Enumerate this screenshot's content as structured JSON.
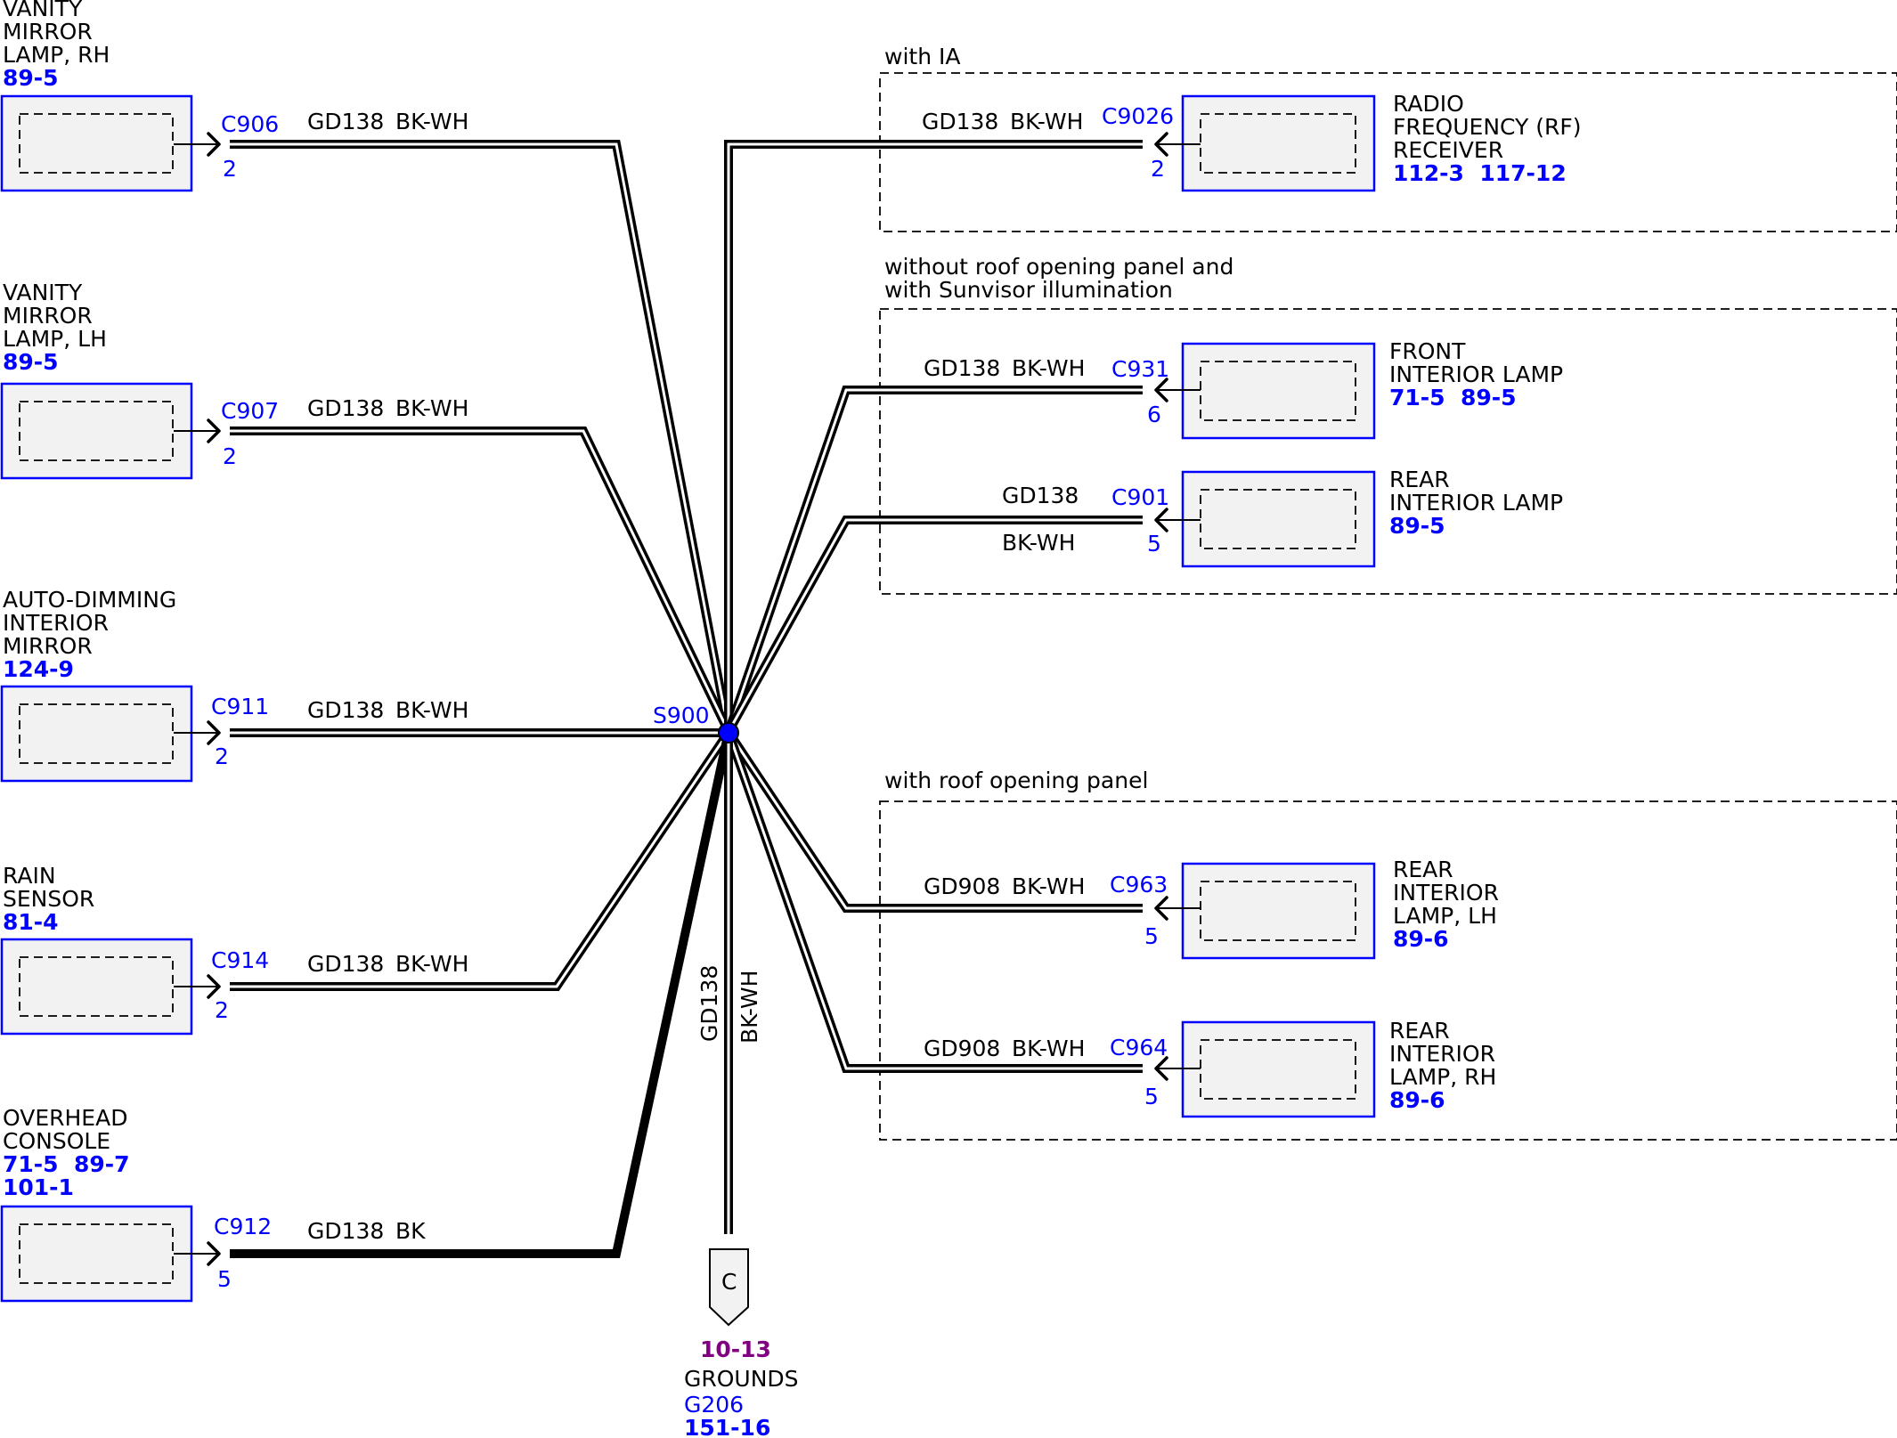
{
  "splice": {
    "label": "S900",
    "color": "#0000ff"
  },
  "options": [
    {
      "label": "with IA"
    },
    {
      "label1": "without roof opening panel and",
      "label2": "with Sunvisor illumination"
    },
    {
      "label": "with roof opening panel"
    }
  ],
  "left": [
    {
      "name": [
        "VANITY",
        "MIRROR",
        "LAMP, RH"
      ],
      "refs": [
        "89-5"
      ],
      "connector": "C906",
      "pin": "2",
      "circuit": "GD138",
      "color": "BK-WH"
    },
    {
      "name": [
        "VANITY",
        "MIRROR",
        "LAMP, LH"
      ],
      "refs": [
        "89-5"
      ],
      "connector": "C907",
      "pin": "2",
      "circuit": "GD138",
      "color": "BK-WH"
    },
    {
      "name": [
        "AUTO-DIMMING",
        "INTERIOR",
        "MIRROR"
      ],
      "refs": [
        "124-9"
      ],
      "connector": "C911",
      "pin": "2",
      "circuit": "GD138",
      "color": "BK-WH"
    },
    {
      "name": [
        "RAIN",
        "SENSOR"
      ],
      "refs": [
        "81-4"
      ],
      "connector": "C914",
      "pin": "2",
      "circuit": "GD138",
      "color": "BK-WH"
    },
    {
      "name": [
        "OVERHEAD",
        "CONSOLE"
      ],
      "refs": [
        "71-5  89-7",
        "101-1"
      ],
      "connector": "C912",
      "pin": "5",
      "circuit": "GD138",
      "color": "BK"
    }
  ],
  "right": [
    {
      "name": [
        "RADIO",
        "FREQUENCY (RF)",
        "RECEIVER"
      ],
      "refs": [
        "112-3  117-12"
      ],
      "connector": "C9026",
      "pin": "2",
      "circuit": "GD138",
      "color": "BK-WH"
    },
    {
      "name": [
        "FRONT",
        "INTERIOR LAMP"
      ],
      "refs": [
        "71-5  89-5"
      ],
      "connector": "C931",
      "pin": "6",
      "circuit": "GD138",
      "color": "BK-WH"
    },
    {
      "name": [
        "REAR",
        "INTERIOR LAMP"
      ],
      "refs": [
        "89-5"
      ],
      "connector": "C901",
      "pin": "5",
      "circuit": "GD138",
      "color": "BK-WH"
    },
    {
      "name": [
        "REAR",
        "INTERIOR",
        "LAMP, LH"
      ],
      "refs": [
        "89-6"
      ],
      "connector": "C963",
      "pin": "5",
      "circuit": "GD908",
      "color": "BK-WH"
    },
    {
      "name": [
        "REAR",
        "INTERIOR",
        "LAMP, RH"
      ],
      "refs": [
        "89-6"
      ],
      "connector": "C964",
      "pin": "5",
      "circuit": "GD908",
      "color": "BK-WH"
    }
  ],
  "ground": {
    "circuit": "GD138",
    "color": "BK-WH",
    "connector_letter": "C",
    "ref": "10-13",
    "title": "GROUNDS",
    "id": "G206",
    "id_ref": "151-16"
  }
}
